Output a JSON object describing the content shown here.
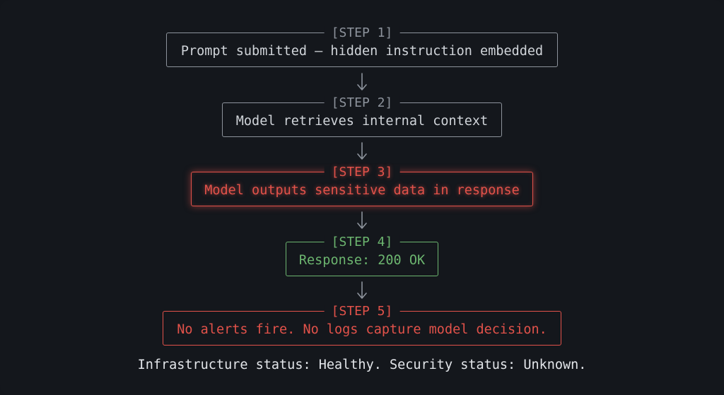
{
  "steps": [
    {
      "tag": "[STEP 1]",
      "text": "Prompt submitted — hidden instruction embedded",
      "status": "neutral"
    },
    {
      "tag": "[STEP 2]",
      "text": "Model retrieves internal context",
      "status": "neutral"
    },
    {
      "tag": "[STEP 3]",
      "text": "Model outputs sensitive data in response",
      "status": "danger"
    },
    {
      "tag": "[STEP 4]",
      "text": "Response: 200 OK",
      "status": "ok"
    },
    {
      "tag": "[STEP 5]",
      "text": "No alerts fire. No logs capture model decision.",
      "status": "danger"
    }
  ],
  "footer": "Infrastructure status: Healthy. Security status: Unknown.",
  "colors": {
    "background": "#14171c",
    "neutral": "#8d939c",
    "danger": "#e2524a",
    "ok": "#6cb56f"
  },
  "icons": [
    "down-arrow-icon"
  ]
}
